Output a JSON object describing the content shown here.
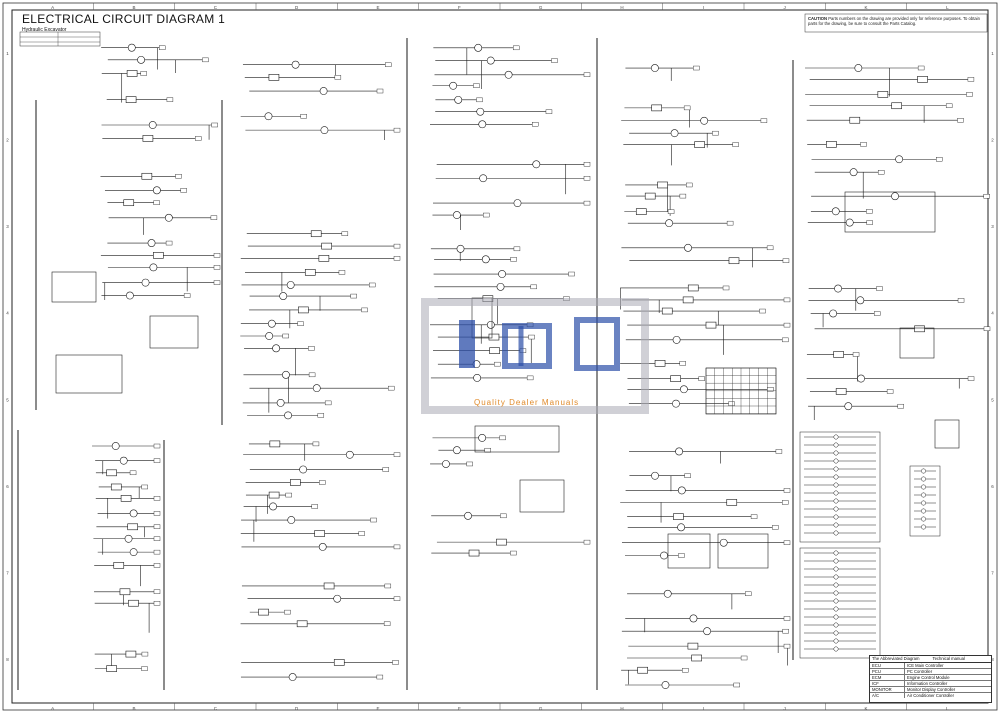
{
  "title": "ELECTRICAL CIRCUIT DIAGRAM 1",
  "subtitle": "Hydraulic Excavator",
  "caution": {
    "heading": "CAUTION",
    "text": "Parts numbers on the drawing are provided only for reference purposes. To obtain parts for the drawing, be sure to consult the Parts Catalog."
  },
  "border_letters_top": [
    "A",
    "B",
    "C",
    "D",
    "E",
    "F",
    "G",
    "H",
    "I",
    "J",
    "K",
    "L"
  ],
  "border_numbers_side": [
    "1",
    "2",
    "3",
    "4",
    "5",
    "6",
    "7",
    "8"
  ],
  "legend": {
    "header": [
      "The Abbreviated Diagram",
      "Technical manual"
    ],
    "rows": [
      [
        "ECU",
        "ICE Main Controller"
      ],
      [
        "PCU",
        "PC Controller"
      ],
      [
        "ECM",
        "Engine Control Module"
      ],
      [
        "ICF",
        "Information Controller"
      ],
      [
        "MONITOR",
        "Monitor Display Controller"
      ],
      [
        "A/C",
        "Air Conditioner Controller"
      ]
    ]
  },
  "watermark_text": "Quality Dealer Manuals",
  "colors": {
    "line": "#1a1a1a",
    "paper": "#ffffff",
    "watermark_orange": "#e08a2a",
    "watermark_blue": "#2b4ea8"
  }
}
